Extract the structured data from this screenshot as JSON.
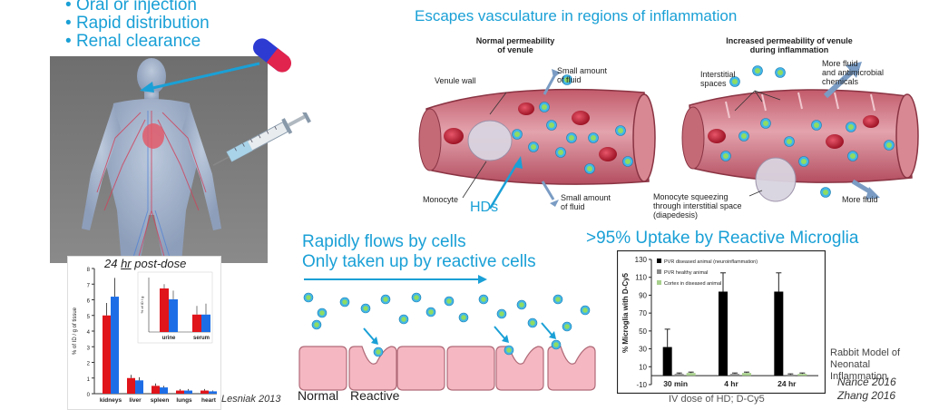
{
  "delivery": {
    "bullets": [
      "Oral or injection",
      "Rapid distribution",
      "Renal clearance"
    ]
  },
  "vasculature": {
    "title": "Escapes vasculature in regions of inflammation",
    "normal_heading": "Normal permeability\nof venule",
    "inflamed_heading": "Increased permeability of venule\nduring inflammation",
    "labels": {
      "venule_wall": "Venule wall",
      "small_fluid_top": "Small amount\nof fluid",
      "monocyte": "Monocyte",
      "hds": "HDs",
      "small_fluid_bottom": "Small amount\nof fluid",
      "interstitial": "Interstitial\nspaces",
      "more_fluid_top": "More fluid\nand antimicrobial\nchemicals",
      "monocyte_squeezing": "Monocyte squeezing\nthrough interstitial space\n(diapedesis)",
      "more_fluid_bottom": "More fluid"
    }
  },
  "flow": {
    "line1": "Rapidly flows by cells",
    "line2": "Only taken up by reactive cells",
    "normal_label": "Normal",
    "reactive_label": "Reactive"
  },
  "biodistribution": {
    "title_prefix": "24 ",
    "title_hr": "hr",
    "title_suffix": " post-dose",
    "citation": "Lesniak 2013",
    "chart_data": {
      "type": "bar",
      "ylabel": "% of ID / g of tissue",
      "ylim": [
        0,
        8
      ],
      "yticks": [
        0,
        1,
        2,
        3,
        4,
        5,
        6,
        7,
        8
      ],
      "categories": [
        "kidneys",
        "liver",
        "spleen",
        "lungs",
        "heart"
      ],
      "series": [
        {
          "color": "#e0141b",
          "values": [
            5.0,
            1.0,
            0.5,
            0.2,
            0.2
          ],
          "errors": [
            0.8,
            0.2,
            0.15,
            0.1,
            0.1
          ]
        },
        {
          "color": "#1d6ee6",
          "values": [
            6.2,
            0.85,
            0.4,
            0.2,
            0.15
          ],
          "errors": [
            1.2,
            0.2,
            0.1,
            0.1,
            0.05
          ]
        }
      ],
      "inset": {
        "ylabel": "% of ID / g",
        "categories": [
          "urine",
          "serum"
        ],
        "series": [
          {
            "color": "#e0141b",
            "values": [
              20,
              8
            ],
            "errors": [
              2,
              4
            ]
          },
          {
            "color": "#1d6ee6",
            "values": [
              15,
              8
            ],
            "errors": [
              4,
              5
            ]
          }
        ],
        "ylim": [
          0,
          25
        ]
      }
    }
  },
  "microglia": {
    "title": ">95% Uptake by Reactive Microglia",
    "caption": "IV dose of HD; D-Cy5",
    "chart_data": {
      "type": "bar",
      "ylabel": "% Microglia with D-Cy5",
      "ylim": [
        -10,
        130
      ],
      "yticks": [
        -10,
        10,
        30,
        50,
        70,
        90,
        110,
        130
      ],
      "categories": [
        "30 min",
        "4 hr",
        "24 hr"
      ],
      "series": [
        {
          "name": "PVR diseased animal (neuroinflammation)",
          "color": "#000000",
          "values": [
            32,
            94,
            94
          ],
          "errors": [
            20,
            21,
            21
          ]
        },
        {
          "name": "PVR healthy animal",
          "color": "#8a8a8a",
          "values": [
            2,
            2,
            1
          ],
          "errors": [
            1,
            1,
            1
          ]
        },
        {
          "name": "Cortex in diseased animal",
          "color": "#a8d08d",
          "values": [
            3,
            3,
            2
          ],
          "errors": [
            1,
            1,
            1
          ]
        }
      ]
    }
  },
  "rabbit": {
    "model_line1": "Rabbit Model of",
    "model_line2": "Neonatal Inflammation",
    "ref1": "Nance 2016",
    "ref2": "Zhang 2016"
  },
  "colors": {
    "accent": "#1aa0d6",
    "vessel": "#d9868e",
    "cell": "#f5b8c2"
  }
}
